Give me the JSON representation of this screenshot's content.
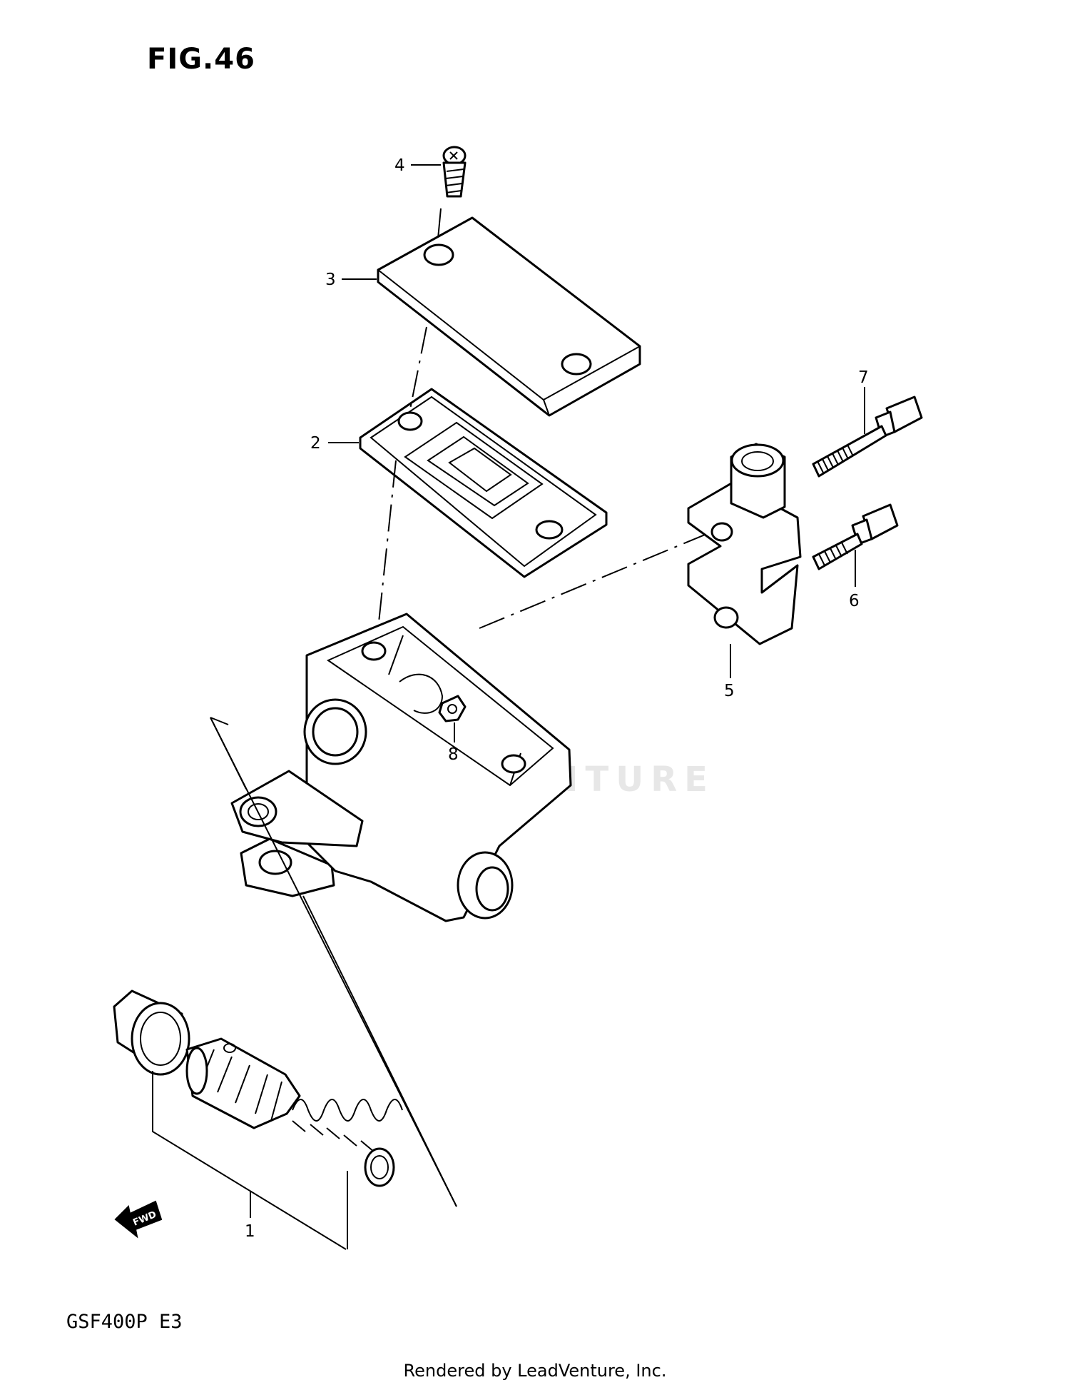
{
  "figure": {
    "title": "FIG.46",
    "model_code": "GSF400P  E3",
    "footer": "Rendered by LeadVenture, Inc.",
    "watermark": "LEADVENTURE"
  },
  "callouts": [
    {
      "id": "1",
      "label": "1",
      "part": "master-cylinder-piston-kit"
    },
    {
      "id": "2",
      "label": "2",
      "part": "reservoir-diaphragm"
    },
    {
      "id": "3",
      "label": "3",
      "part": "reservoir-cap"
    },
    {
      "id": "4",
      "label": "4",
      "part": "cap-screw"
    },
    {
      "id": "5",
      "label": "5",
      "part": "union-bolt-holder"
    },
    {
      "id": "6",
      "label": "6",
      "part": "short-bolt"
    },
    {
      "id": "7",
      "label": "7",
      "part": "long-bolt"
    },
    {
      "id": "8",
      "label": "8",
      "part": "clip"
    }
  ],
  "icons": {
    "fwd_arrow": "fwd-arrow-icon",
    "fwd_text": "FWD"
  },
  "colors": {
    "ink": "#000000",
    "paper": "#ffffff",
    "watermark": "#d8d8d8"
  }
}
